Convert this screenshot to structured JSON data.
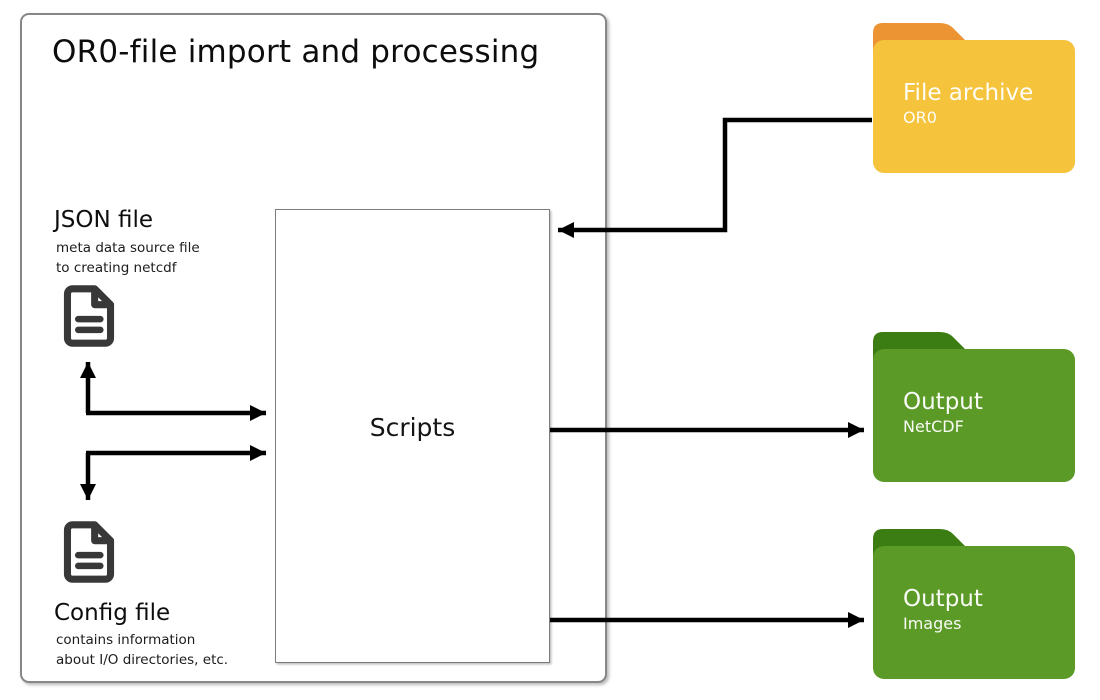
{
  "container": {
    "title": "OR0-file import and processing"
  },
  "scripts_box": {
    "label": "Scripts"
  },
  "json_file": {
    "title": "JSON file",
    "description_line1": "meta data source file",
    "description_line2": "to creating netcdf"
  },
  "config_file": {
    "title": "Config file",
    "description_line1": "contains information",
    "description_line2": "about I/O directories, etc."
  },
  "folders": [
    {
      "title": "File archive",
      "subtitle": "OR0",
      "body_color": "#F5C33C",
      "tab_color": "#EC9434"
    },
    {
      "title": "Output",
      "subtitle": "NetCDF",
      "body_color": "#5C9A27",
      "tab_color": "#3B7D12"
    },
    {
      "title": "Output",
      "subtitle": "Images",
      "body_color": "#5C9A27",
      "tab_color": "#3B7D12"
    }
  ],
  "colors": {
    "arrow": "#000000",
    "doc_icon": "#383838",
    "container_border": "#878787"
  }
}
